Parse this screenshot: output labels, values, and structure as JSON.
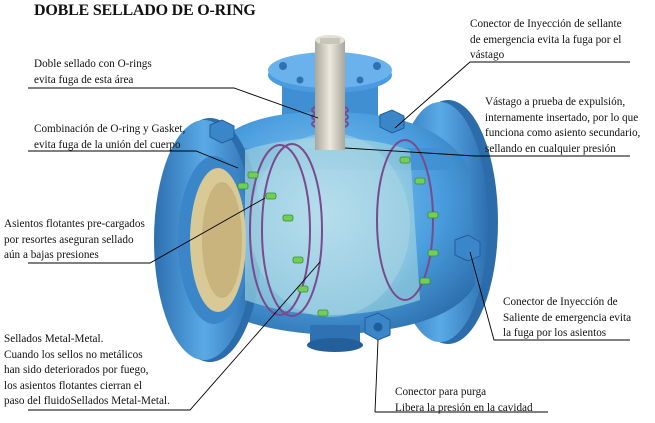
{
  "title": "DOBLE SELLADO DE O-RING",
  "annotations": {
    "oring_double": [
      "Doble sellado con O-rings",
      "evita fuga de esta área"
    ],
    "oring_gasket": [
      "Combinación de O-ring y Gasket,",
      "evita fuga de la unión del cuerpo"
    ],
    "floating_seats": [
      "Asientos flotantes pre-cargados",
      "por resortes aseguran sellado",
      "aún a bajas presiones"
    ],
    "metal_metal": [
      "Sellados Metal-Metal.",
      "Cuando los sellos no metálicos",
      "han sido deteriorados por fuego,",
      "los asientos flotantes cierran el",
      "paso del fluidoSellados Metal-Metal."
    ],
    "stem_injection": [
      "Conector de Inyección de sellante",
      "de emergencia evita la fuga por el",
      "vástago"
    ],
    "blowout_stem": [
      "Vástago a prueba de expulsión,",
      "internamente insertado, por lo que",
      "funciona como asiento secundario,",
      "sellando en cualquier presión"
    ],
    "seat_injection": [
      "Conector de Inyección de",
      "Saliente de emergencia evita",
      "la fuga por los asientos"
    ],
    "purge": [
      "Conector para purga",
      "Libera la presión en la cavidad"
    ]
  },
  "colors": {
    "body": "#4a9ede",
    "body_dark": "#2f74b5",
    "body_light": "#7dbdf0",
    "glass": "#bfe3ee",
    "seal_ring": "#7a4a8e",
    "bolt_green": "#6fcf58",
    "stem": "#d6d2c4",
    "leader": "#000000"
  }
}
